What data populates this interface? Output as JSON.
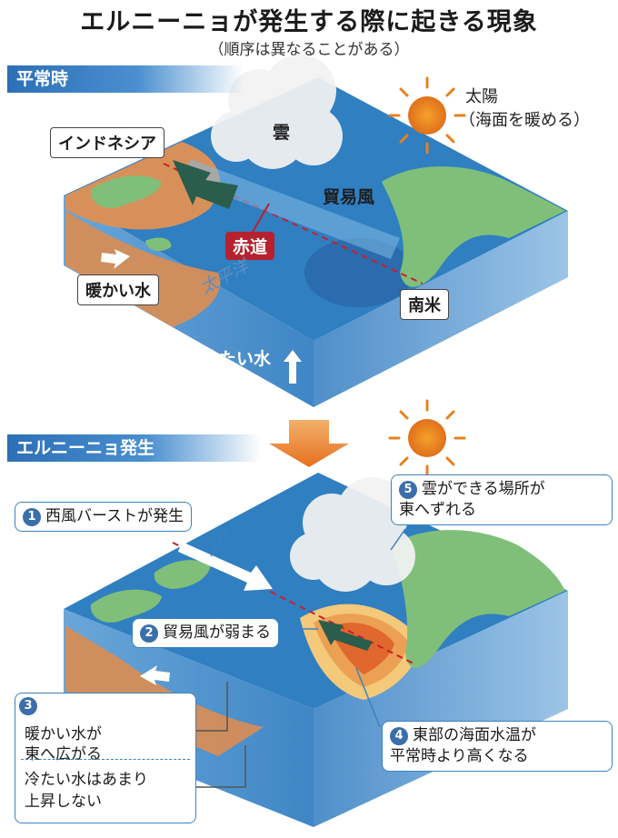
{
  "title": "エルニーニョが発生する際に起きる現象",
  "subtitle": "（順序は異なることがある）",
  "normal": {
    "banner": "平常時",
    "labels": {
      "indonesia": "インドネシア",
      "cloud": "雲",
      "sun_line1": "太陽",
      "sun_line2": "（海面を暖める）",
      "trade_wind": "貿易風",
      "equator": "赤道",
      "warm_water": "暖かい水",
      "pacific": "太平洋",
      "south_america": "南米",
      "cold_water": "冷たい水"
    }
  },
  "elnino": {
    "banner": "エルニーニョ発生",
    "steps": [
      {
        "num": "1",
        "text": "西風バーストが発生"
      },
      {
        "num": "2",
        "text": "貿易風が弱まる"
      },
      {
        "num": "3",
        "line1": "暖かい水が",
        "line2": "東へ広がる",
        "line3": "冷たい水はあまり",
        "line4": "上昇しない"
      },
      {
        "num": "4",
        "line1": "東部の海面水温が",
        "line2": "平常時より高くなる"
      },
      {
        "num": "5",
        "line1": "雲ができる場所が",
        "line2": "東へずれる"
      }
    ]
  },
  "colors": {
    "ocean": "#2f7fc1",
    "land": "#7fbf7a",
    "warm": "#d88a4e",
    "hot": "#e2612b",
    "equator": "#b5212e",
    "banner": "#2c6fb6"
  }
}
